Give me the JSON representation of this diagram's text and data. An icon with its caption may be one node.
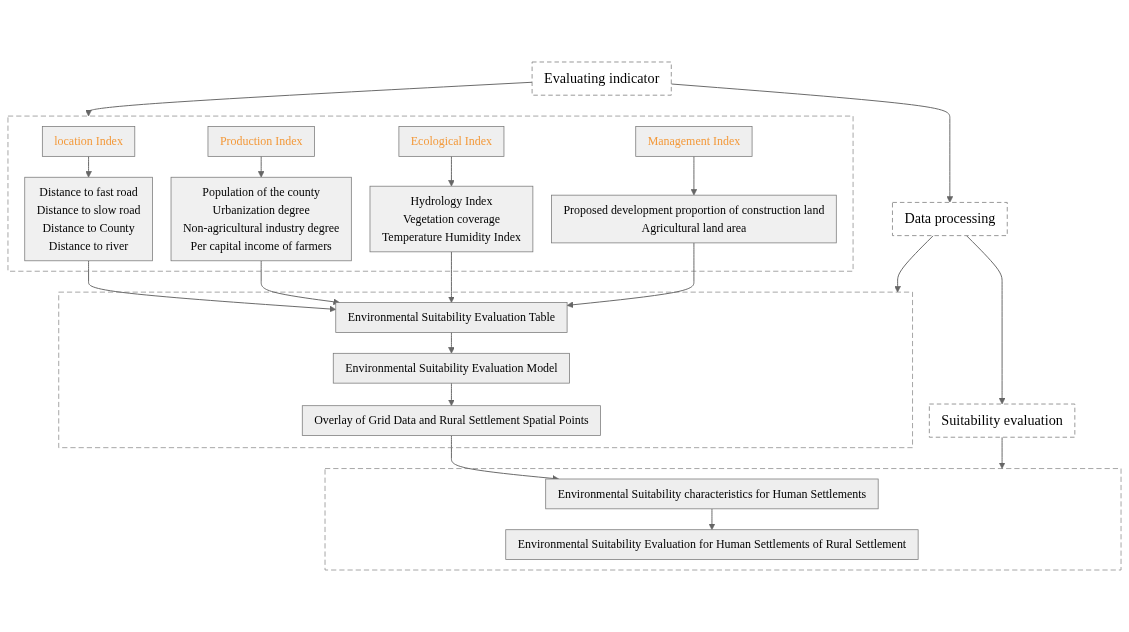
{
  "diagram": {
    "nodes": [
      {
        "text": [
          "Evaluating indicator"
        ]
      },
      {
        "text": [],
        "shape": "box"
      },
      {
        "text": [
          "location Index"
        ],
        "in": 1
      },
      {
        "text": [
          "Distance to fast road",
          "Distance to slow road",
          "Distance to County",
          "Distance to river"
        ],
        "in": 1
      },
      {
        "text": [
          "Production Index"
        ],
        "in": 1
      },
      {
        "text": [
          "Population of the county",
          "Urbanization degree",
          "Non-agricultural industry degree",
          "Per capital income of farmers"
        ],
        "in": 1
      },
      {
        "text": [
          "Ecological Index"
        ],
        "in": 1
      },
      {
        "text": [
          "Hydrology Index",
          "Vegetation coverage",
          "Temperature Humidity Index"
        ],
        "in": 1
      },
      {
        "text": [
          "Management Index"
        ],
        "in": 1
      },
      {
        "text": [
          "Proposed development proportion of construction land",
          "Agricultural land area"
        ],
        "in": 1
      },
      {
        "text": [
          "Data processing"
        ]
      },
      {
        "text": [],
        "shape": "box"
      },
      {
        "text": [
          "Environmental Suitability Evaluation Table"
        ],
        "in": 11
      },
      {
        "text": [
          "Environmental Suitability Evaluation Model"
        ],
        "in": 11
      },
      {
        "text": [
          "Overlay of Grid Data and Rural Settlement Spatial Points"
        ],
        "in": 11
      },
      {
        "text": [
          "Suitability evaluation"
        ]
      },
      {
        "text": [],
        "shape": "box"
      },
      {
        "text": [
          "Environmental Suitability characteristics for Human Settlements"
        ],
        "in": 16
      },
      {
        "text": [
          "Environmental Suitability Evaluation for Human Settlements of Rural Settlement"
        ],
        "in": 16
      }
    ],
    "edges": [
      {
        "from": 0,
        "to": 10,
        "arrow": "to"
      },
      {
        "from": 10,
        "to": 15,
        "arrow": "to"
      },
      {
        "from": 0,
        "to": 1,
        "arrow": "to"
      },
      {
        "from": 10,
        "to": 11,
        "arrow": "to"
      },
      {
        "from": 15,
        "to": 16,
        "arrow": "to"
      },
      {
        "from": 2,
        "to": 3,
        "arrow": "to"
      },
      {
        "from": 4,
        "to": 5,
        "arrow": "to"
      },
      {
        "from": 6,
        "to": 7,
        "arrow": "to"
      },
      {
        "from": 8,
        "to": 9,
        "arrow": "to"
      },
      {
        "from": 3,
        "to": 12,
        "arrow": "to"
      },
      {
        "from": 5,
        "to": 12,
        "arrow": "to"
      },
      {
        "from": 7,
        "to": 12,
        "arrow": "to"
      },
      {
        "from": 9,
        "to": 12,
        "arrow": "to"
      },
      {
        "from": 12,
        "to": 13,
        "arrow": "to"
      },
      {
        "from": 13,
        "to": 14,
        "arrow": "to"
      },
      {
        "from": 14,
        "to": 17,
        "arrow": "to"
      },
      {
        "from": 17,
        "to": 18,
        "arrow": "to"
      }
    ]
  }
}
